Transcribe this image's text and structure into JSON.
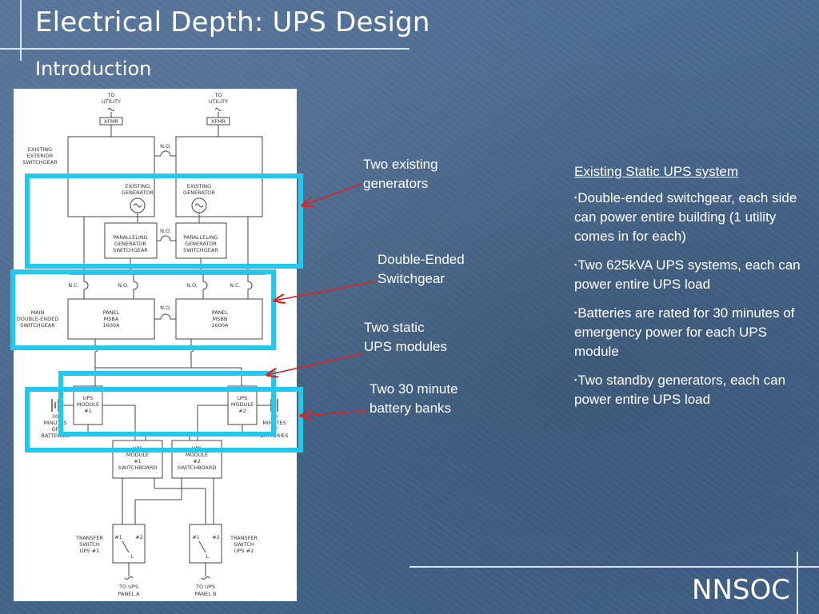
{
  "slide": {
    "title": "Electrical Depth:  UPS Design",
    "subtitle": "Introduction",
    "brand": "NNSOC"
  },
  "callouts": [
    {
      "line1": "Two existing",
      "line2": "generators"
    },
    {
      "line1": "Double-Ended",
      "line2": "Switchgear"
    },
    {
      "line1": "Two static",
      "line2": "UPS modules"
    },
    {
      "line1": "Two 30 minute",
      "line2": "battery banks"
    }
  ],
  "panel": {
    "heading": "Existing Static UPS system",
    "bullet_mark": "▪",
    "bullets": [
      "Double-ended switchgear, each side can power entire building (1 utility comes in for each)",
      "Two 625kVA UPS systems, each can power entire UPS load",
      "Batteries are rated for 30 minutes of emergency power for each UPS module",
      "Two standby generators, each can power entire UPS load"
    ]
  },
  "diagram": {
    "utility_left": [
      "TO",
      "UTILITY"
    ],
    "utility_right": [
      "TO",
      "UTILITY"
    ],
    "xfmr": "XFMR",
    "no": "N.O.",
    "nc": "N.C.",
    "ext_switchgear": [
      "EXISTING",
      "EXTERIOR",
      "SWITCHGEAR"
    ],
    "existing_generator": [
      "EXISTING",
      "GENERATOR"
    ],
    "paralleling_switchgear": [
      "PARALLELING",
      "GENERATOR",
      "SWITCHGEAR"
    ],
    "main_switchgear": [
      "MAIN",
      "DOUBLE-ENDED",
      "SWITCHGEAR"
    ],
    "panel_msba": [
      "PANEL",
      "MSBA",
      "1600A"
    ],
    "panel_msbb": [
      "PANEL",
      "MSBB",
      "1600A"
    ],
    "ups1": [
      "UPS",
      "MODULE",
      "#1"
    ],
    "ups2": [
      "UPS",
      "MODULE",
      "#2"
    ],
    "battery_left": [
      "30",
      "MINUTES",
      "OF",
      "BATTERIES"
    ],
    "battery_right": [
      "30",
      "MINUTES",
      "OF",
      "BATTERIES"
    ],
    "sb1": [
      "UPS",
      "MODULE",
      "#1",
      "SWITCHBOARD"
    ],
    "sb2": [
      "UPS",
      "MODULE",
      "#2",
      "SWITCHBOARD"
    ],
    "ts1_label": [
      "TRANSFER",
      "SWITCH",
      "UPS #1"
    ],
    "ts2_label": [
      "TRANSFER",
      "SWITCH",
      "UPS #2"
    ],
    "ts1_inner": [
      "#1",
      "#2"
    ],
    "ts2_inner": [
      "#1",
      "#2"
    ],
    "ts_load": "L",
    "out_a": [
      "TO UPS",
      "PANEL  A"
    ],
    "out_b": [
      "TO UPS",
      "PANEL  B"
    ]
  }
}
